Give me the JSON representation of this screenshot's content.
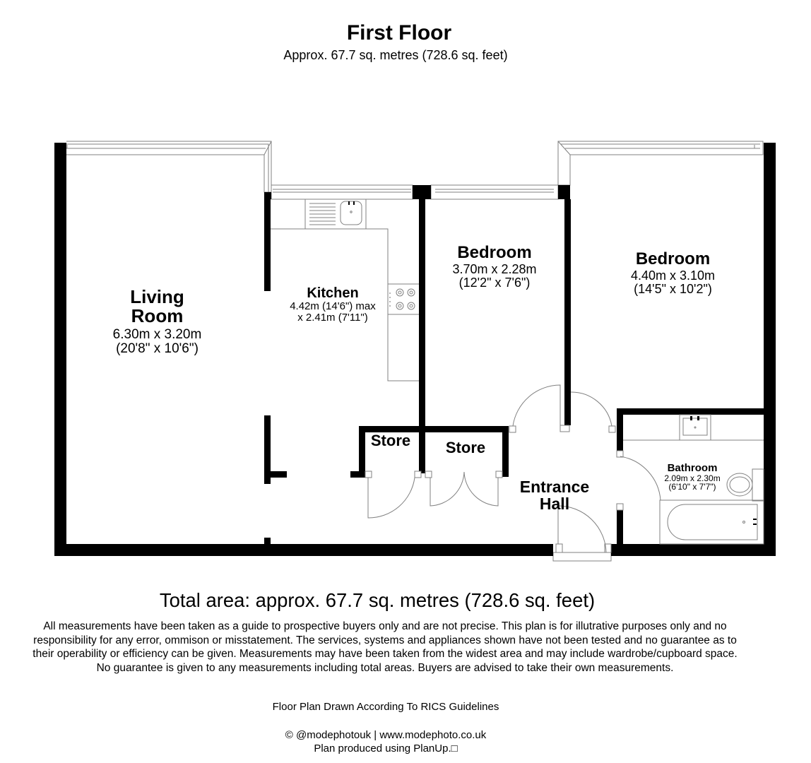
{
  "header": {
    "title": "First Floor",
    "subtitle": "Approx. 67.7 sq. metres (728.6 sq. feet)"
  },
  "rooms": {
    "living_room": {
      "name_line1": "Living",
      "name_line2": "Room",
      "dims_m": "6.30m x 3.20m",
      "dims_ft": "(20'8\" x 10'6\")"
    },
    "kitchen": {
      "name": "Kitchen",
      "dims_line1": "4.42m (14'6\") max",
      "dims_line2": "x 2.41m (7'11\")"
    },
    "bedroom_1": {
      "name": "Bedroom",
      "dims_m": "3.70m x 2.28m",
      "dims_ft": "(12'2\" x 7'6\")"
    },
    "bedroom_2": {
      "name": "Bedroom",
      "dims_m": "4.40m x 3.10m",
      "dims_ft": "(14'5\" x 10'2\")"
    },
    "store_1": {
      "name": "Store"
    },
    "store_2": {
      "name": "Store"
    },
    "entrance_hall": {
      "name_line1": "Entrance",
      "name_line2": "Hall"
    },
    "bathroom": {
      "name": "Bathroom",
      "dims_m": "2.09m x 2.30m",
      "dims_ft": "(6'10\" x 7'7\")"
    }
  },
  "footer": {
    "total_area": "Total area: approx. 67.7 sq. metres (728.6 sq. feet)",
    "disclaimer": "All measurements have been taken as a guide to prospective buyers only and are not precise. This plan is for illutrative purposes only and no responsibility for any error, ommison or misstatement. The services, systems and appliances shown have not been tested and no guarantee as to their operability or efficiency can be given. Measurements may have been taken from the widest area and may include wardrobe/cupboard space. No guarantee is given to any measurements including total areas. Buyers are advised to take their own measurements.",
    "rics": "Floor Plan Drawn According To RICS Guidelines",
    "credit_line1": "© @modephotouk | www.modephoto.co.uk",
    "credit_line2": "Plan produced using PlanUp.□"
  },
  "colors": {
    "wall": "#000000",
    "fixture_line": "#808080",
    "background": "#ffffff"
  }
}
